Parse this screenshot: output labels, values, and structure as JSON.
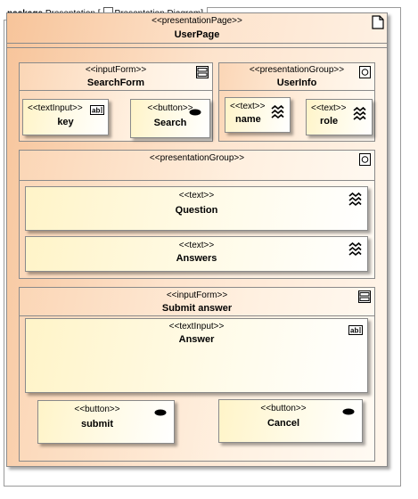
{
  "diagram_frame": {
    "keyword": "package",
    "name": "Presentation",
    "diagram_label": "Presentation Diagram"
  },
  "page": {
    "stereotype": "<<presentationPage>>",
    "name": "UserPage"
  },
  "search_form": {
    "stereotype": "<<inputForm>>",
    "name": "SearchForm"
  },
  "key_input": {
    "stereotype": "<<textInput>>",
    "name": "key"
  },
  "search_button": {
    "stereotype": "<<button>>",
    "name": "Search"
  },
  "user_info": {
    "stereotype": "<<presentationGroup>>",
    "name": "UserInfo"
  },
  "name_text": {
    "stereotype": "<<text>>",
    "name": "name"
  },
  "role_text": {
    "stereotype": "<<text>>",
    "name": "role"
  },
  "qa_group": {
    "stereotype": "<<presentationGroup>>"
  },
  "question_text": {
    "stereotype": "<<text>>",
    "name": "Question"
  },
  "answers_text": {
    "stereotype": "<<text>>",
    "name": "Answers"
  },
  "submit_form": {
    "stereotype": "<<inputForm>>",
    "name": "Submit answer"
  },
  "answer_input": {
    "stereotype": "<<textInput>>",
    "name": "Answer"
  },
  "submit_button": {
    "stereotype": "<<button>>",
    "name": "submit"
  },
  "cancel_button": {
    "stereotype": "<<button>>",
    "name": "Cancel"
  },
  "icons": {
    "page": "page-icon",
    "form": "form-icon",
    "text_input": "text-input-icon",
    "button": "button-icon",
    "group": "group-icon",
    "text": "text-icon"
  }
}
